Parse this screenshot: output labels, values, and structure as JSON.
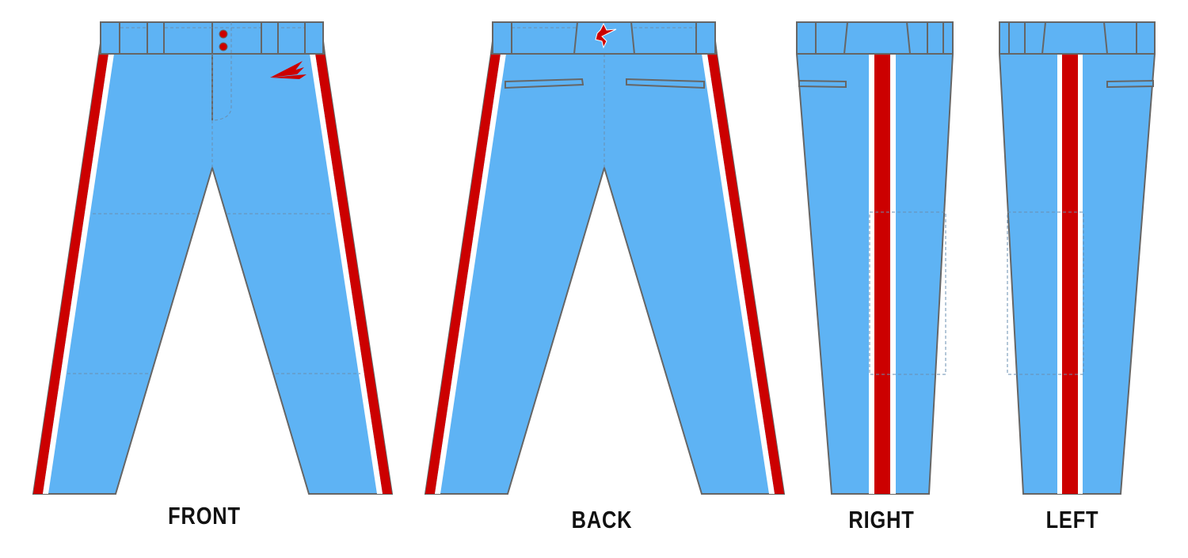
{
  "views": [
    {
      "id": "front",
      "label": "FRONT"
    },
    {
      "id": "back",
      "label": "BACK"
    },
    {
      "id": "right",
      "label": "RIGHT"
    },
    {
      "id": "left",
      "label": "LEFT"
    }
  ],
  "colors": {
    "base": "#5EB3F4",
    "stripe_primary": "#CC0000",
    "stripe_secondary": "#FFFFFF",
    "outline": "#666666"
  },
  "icons": {
    "front_logo": "trident-arrow-logo",
    "back_logo": "marlin-logo"
  }
}
